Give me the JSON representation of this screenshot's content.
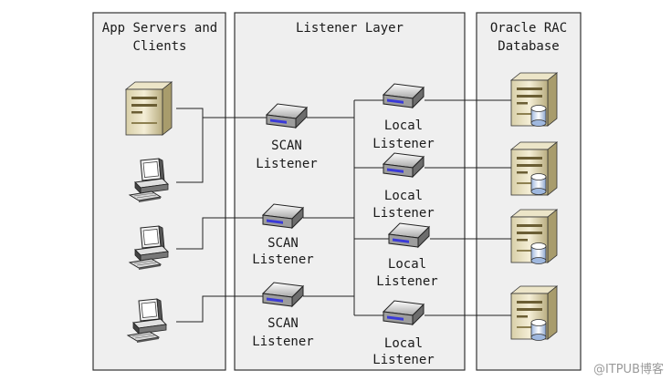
{
  "columns": {
    "clients": {
      "title_line1": "App Servers and",
      "title_line2": "Clients"
    },
    "listener_layer": {
      "title": "Listener Layer"
    },
    "database": {
      "title_line1": "Oracle RAC",
      "title_line2": "Database"
    }
  },
  "scan_listeners": [
    {
      "line1": "SCAN",
      "line2": "Listener"
    },
    {
      "line1": "SCAN",
      "line2": "Listener"
    },
    {
      "line1": "SCAN",
      "line2": "Listener"
    }
  ],
  "local_listeners": [
    {
      "line1": "Local",
      "line2": "Listener"
    },
    {
      "line1": "Local",
      "line2": "Listener"
    },
    {
      "line1": "Local",
      "line2": "Listener"
    },
    {
      "line1": "Local",
      "line2": "Listener"
    }
  ],
  "watermark": "@ITPUB博客",
  "colors": {
    "panel": "#efefef",
    "border": "#333333",
    "line": "#222222"
  }
}
